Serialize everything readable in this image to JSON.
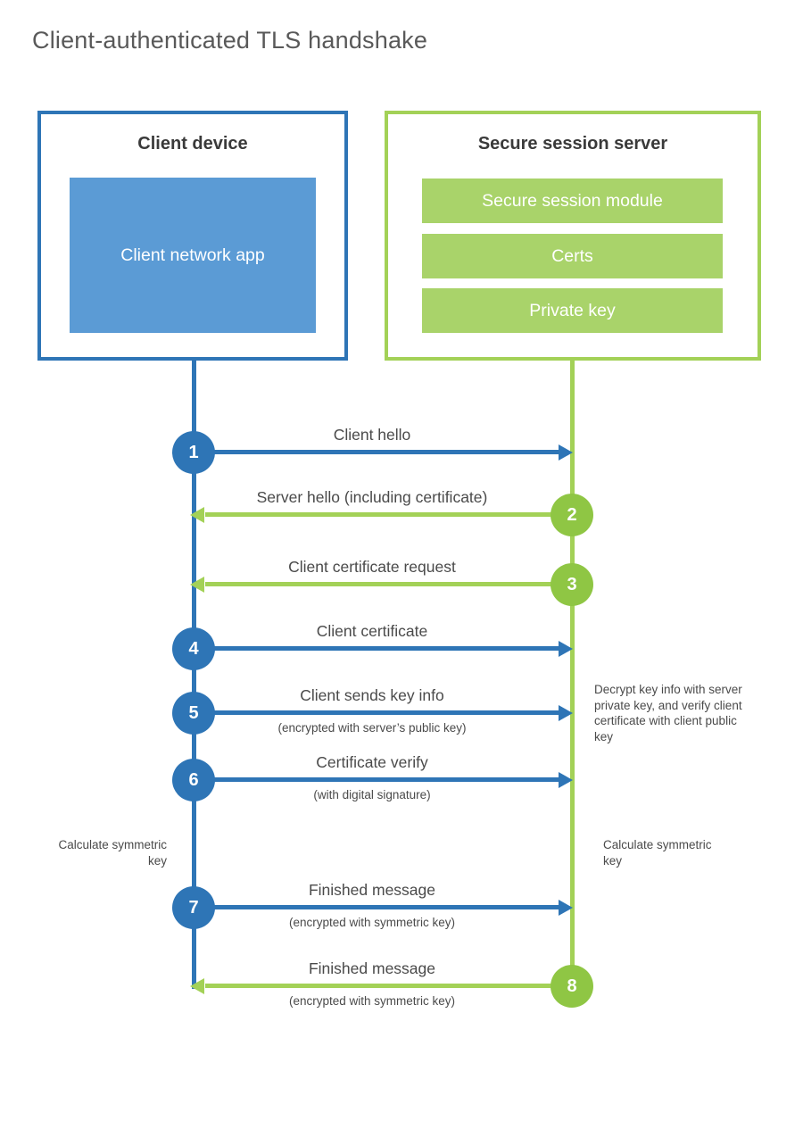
{
  "title": "Client-authenticated TLS handshake",
  "colors": {
    "blue": "#2e75b6",
    "blue_light": "#5b9bd5",
    "green_line": "#a3d157",
    "green_circle": "#8fc644",
    "green_bar": "#a9d36a",
    "text_dark": "#3a3a3a",
    "text_gray": "#4a4a4a",
    "title_gray": "#595959"
  },
  "client": {
    "title": "Client device",
    "app_label": "Client network app"
  },
  "server": {
    "title": "Secure session server",
    "modules": [
      "Secure session module",
      "Certs",
      "Private key"
    ]
  },
  "messages": [
    {
      "step": "1",
      "direction": "client-to-server",
      "label": "Client hello",
      "sublabel": ""
    },
    {
      "step": "2",
      "direction": "server-to-client",
      "label": "Server hello (including certificate)",
      "sublabel": ""
    },
    {
      "step": "3",
      "direction": "server-to-client",
      "label": "Client certificate request",
      "sublabel": ""
    },
    {
      "step": "4",
      "direction": "client-to-server",
      "label": "Client certificate",
      "sublabel": ""
    },
    {
      "step": "5",
      "direction": "client-to-server",
      "label": "Client sends key info",
      "sublabel": "(encrypted with server’s public key)"
    },
    {
      "step": "6",
      "direction": "client-to-server",
      "label": "Certificate verify",
      "sublabel": "(with digital signature)"
    },
    {
      "step": "7",
      "direction": "client-to-server",
      "label": "Finished message",
      "sublabel": "(encrypted with symmetric key)"
    },
    {
      "step": "8",
      "direction": "server-to-client",
      "label": "Finished message",
      "sublabel": "(encrypted with symmetric key)"
    }
  ],
  "annotations": {
    "decrypt_note": "Decrypt key info with server private key, and verify client certificate with client public key",
    "calc_left": "Calculate symmetric key",
    "calc_right": "Calculate symmetric key"
  }
}
